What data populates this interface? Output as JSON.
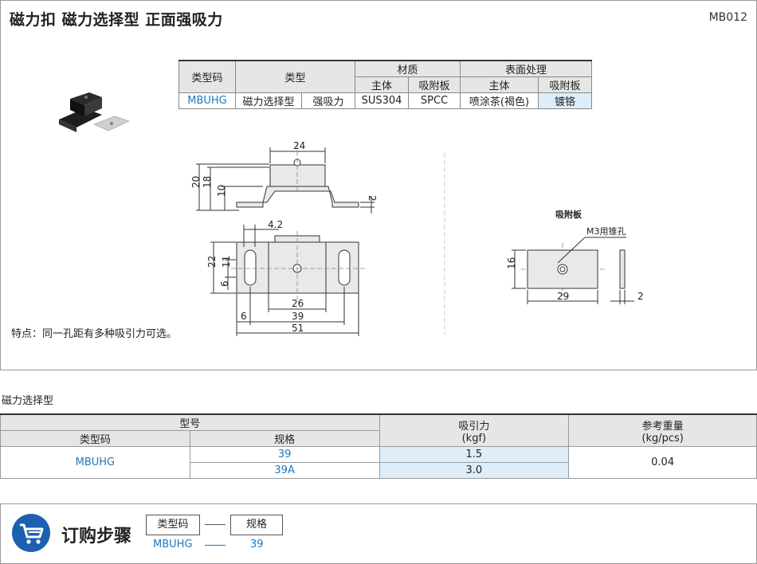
{
  "header": {
    "title": "磁力扣  磁力选择型  正面强吸力",
    "code": "MB012"
  },
  "spec_table": {
    "h_type_code": "类型码",
    "h_type": "类型",
    "h_material": "材质",
    "h_surface": "表面处理",
    "h_main": "主体",
    "h_plate": "吸附板",
    "h_main2": "主体",
    "h_plate2": "吸附板",
    "v_type_code": "MBUHG",
    "v_type1": "磁力选择型",
    "v_type2": "强吸力",
    "v_mat_main": "SUS304",
    "v_mat_plate": "SPCC",
    "v_surf_main": "喷涂茶(褐色)",
    "v_surf_plate": "镀铬"
  },
  "drawing": {
    "dim_24": "24",
    "dim_20": "20",
    "dim_18": "18",
    "dim_10": "10",
    "dim_2": "2",
    "dim_4_2": "4.2",
    "dim_22": "22",
    "dim_11": "11",
    "dim_6v": "6",
    "dim_26": "26",
    "dim_6h": "6",
    "dim_39": "39",
    "dim_51": "51",
    "plate_label": "吸附板",
    "hole_label": "M3用锥孔",
    "dim_16": "16",
    "dim_29": "29",
    "dim_2b": "2"
  },
  "feature_note": "特点：同一孔距有多种吸引力可选。",
  "section_label": "磁力选择型",
  "selection_table": {
    "h_model": "型号",
    "h_type_code": "类型码",
    "h_spec": "规格",
    "h_force": "吸引力\n(kgf)",
    "h_force_a": "吸引力",
    "h_force_b": "(kgf)",
    "h_weight_a": "参考重量",
    "h_weight_b": "(kg/pcs)",
    "type_code": "MBUHG",
    "rows": [
      {
        "spec": "39",
        "force": "1.5"
      },
      {
        "spec": "39A",
        "force": "3.0"
      }
    ],
    "weight": "0.04"
  },
  "order": {
    "title": "订购步骤",
    "box1": "类型码",
    "box2": "规格",
    "val1": "MBUHG",
    "val2": "39"
  },
  "colors": {
    "accent_blue": "#1a7ac0",
    "highlight": "#ddeefa",
    "cart_icon": "#1d5fb0"
  }
}
